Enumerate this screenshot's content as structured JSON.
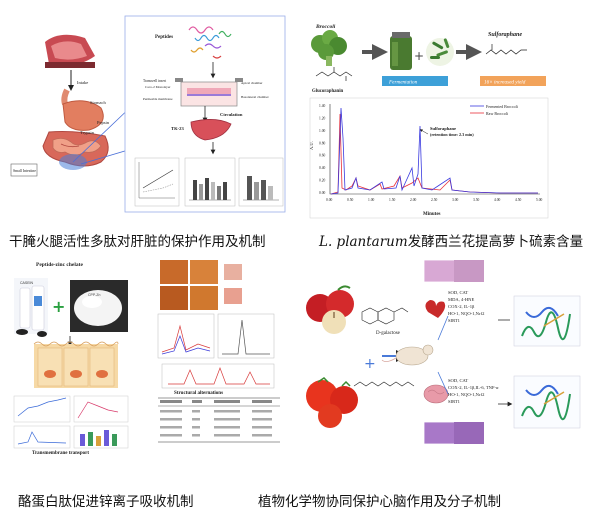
{
  "panels": {
    "top_left": {
      "caption": "干腌火腿活性多肽对肝脏的保护作用及机制",
      "labels": {
        "peptides": "Peptides",
        "intake": "Intake",
        "tk23": "TK-23",
        "circulation": "Circulation",
        "transwell": "Transwell insert",
        "apical": "Apical chamber",
        "basolateral": "Basolateral chamber",
        "caco2": "Caco-2 Monolayer",
        "membrane": "Permeable membrane",
        "stomach": "Stomach",
        "pepsin": "Pepsin",
        "trypsin": "Trypsin",
        "small_intestine": "Small Intestine"
      }
    },
    "top_right": {
      "caption_italic": "L. plantarum",
      "caption_rest": "发酵西兰花提高萝卜硫素含量",
      "labels": {
        "broccoli": "Broccoli",
        "glucoraphanin": "Glucoraphanin",
        "fermentation": "Fermentation",
        "sulforaphane": "Sulforaphane",
        "yield": "16× increased yield",
        "legend_fermented": "Fermented Broccoli",
        "legend_raw": "Raw Broccoli",
        "peak_label": "Sulforaphane",
        "peak_rt": "(retention time: 2.3 min)",
        "ylabel": "A.U.",
        "xlabel": "Minutes",
        "xticks": [
          "0.00",
          "0.50",
          "1.00",
          "1.50",
          "2.00",
          "2.50",
          "3.00",
          "3.50",
          "4.00",
          "4.50",
          "5.00"
        ],
        "yticks": [
          "1.40",
          "1.20",
          "1.00",
          "0.80",
          "0.60",
          "0.40",
          "0.20",
          "0.00"
        ]
      },
      "colors": {
        "fermented": "#3a3adf",
        "raw": "#e8303a",
        "fermentation_box": "#3da0d8",
        "yield_box": "#f2a35a"
      }
    },
    "bottom_left": {
      "caption": "酪蛋白肽促进锌离子吸收机制",
      "labels": {
        "chelate": "Peptide-zinc chelate",
        "bottle": "CASEIN",
        "powder": "CPP-Zn",
        "structural": "Structural alternations",
        "transport": "Transmembrane transport"
      }
    },
    "bottom_right": {
      "caption": "植物化学物协同保护心脑作用及分子机制",
      "labels": {
        "galactose": "D-galactose",
        "marker_top": [
          "SOD, CAT",
          "MDA, 4-HNE",
          "COX-2, IL-1β",
          "HO-1, NQO-1,Nrf2",
          "SIRT1"
        ],
        "marker_bottom": [
          "SOD, CAT",
          "COX-2, IL-1β,IL-6, TNF-α",
          "HO-1, NQO-1,Nrf2",
          "SIRT1"
        ]
      }
    }
  }
}
